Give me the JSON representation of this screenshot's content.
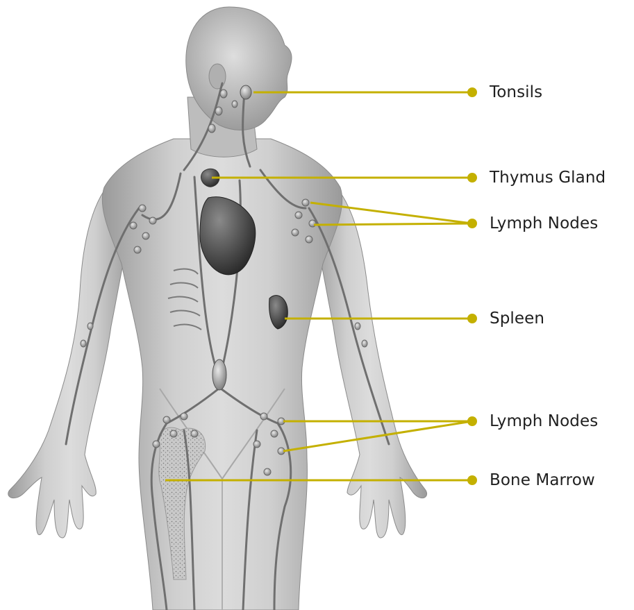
{
  "accent_color": "#c4b000",
  "labels": {
    "tonsils": "Tonsils",
    "thymus": "Thymus Gland",
    "lymph_upper": "Lymph Nodes",
    "spleen": "Spleen",
    "lymph_lower": "Lymph Nodes",
    "bone_marrow": "Bone Marrow"
  }
}
